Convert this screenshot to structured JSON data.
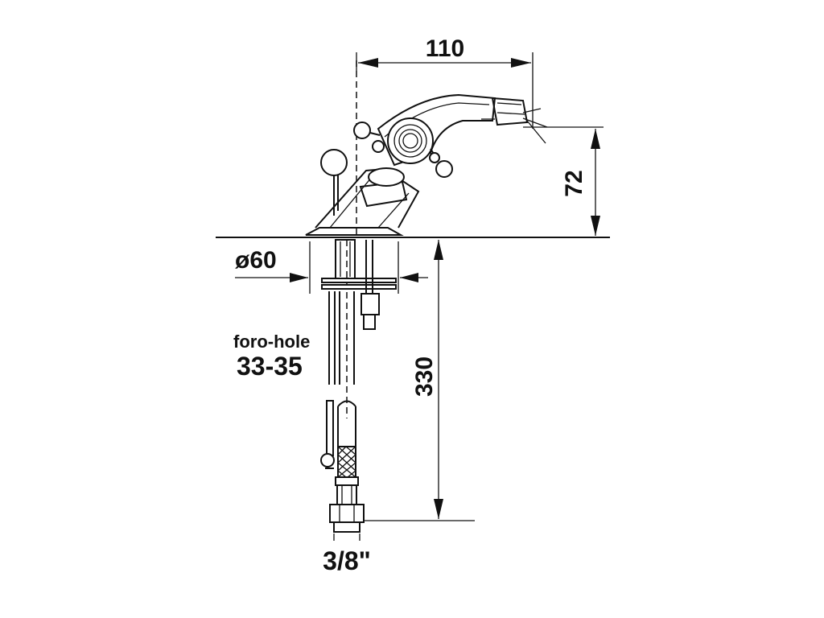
{
  "dimensions": {
    "width_label": "110",
    "height_label": "72",
    "diameter_label": "ø60",
    "total_length_label": "330",
    "hole_label_line1": "foro-hole",
    "hole_label_line2": "33-35",
    "connection_label": "3/8\""
  }
}
